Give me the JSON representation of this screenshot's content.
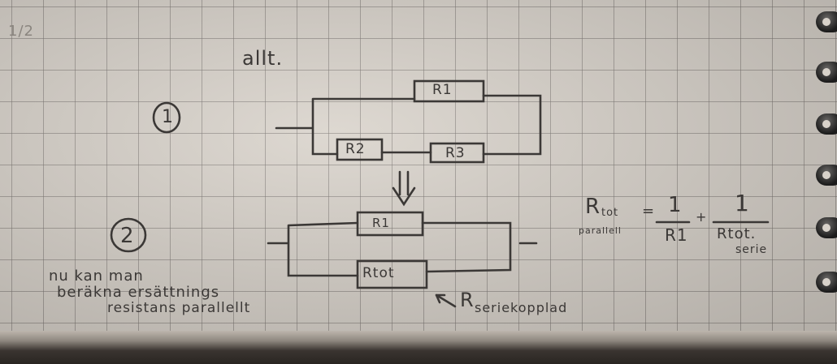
{
  "page_marker": "1/2",
  "heading": "allt.",
  "step_1": "1",
  "step_2": "2",
  "circuit_1": {
    "resistors": [
      "R1",
      "R2",
      "R3"
    ]
  },
  "arrow_label": "⇓",
  "circuit_2": {
    "resistors": [
      "R1",
      "Rtot"
    ]
  },
  "annotation": {
    "R": "R",
    "sub": "seriekopplad"
  },
  "note_lines": [
    "nu kan man",
    "beräkna ersättnings",
    "resistans parallellt"
  ],
  "formula": {
    "lhs": "R",
    "lhs_sub": "tot",
    "lhs_under": "parallell",
    "equals": "=",
    "num1": "1",
    "den1": "R1",
    "plus": "+",
    "num2": "1",
    "den2": "Rtot.",
    "den2_sub": "serie"
  },
  "colors": {
    "ink": "#3b3836",
    "paper": "#d9d3cb"
  }
}
